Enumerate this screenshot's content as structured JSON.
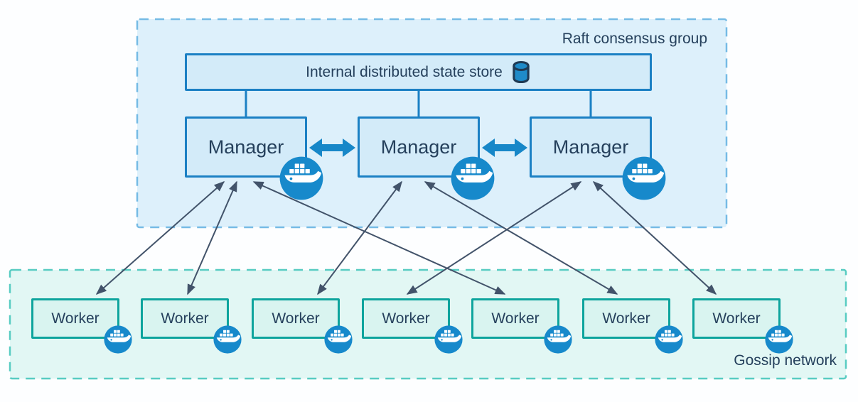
{
  "diagram": {
    "title_hint": "Docker Swarm architecture",
    "raft_group": {
      "label": "Raft consensus group"
    },
    "state_store": {
      "label": "Internal distributed state store",
      "icon": "database-icon"
    },
    "managers": [
      {
        "label": "Manager",
        "icon": "docker-whale-icon"
      },
      {
        "label": "Manager",
        "icon": "docker-whale-icon"
      },
      {
        "label": "Manager",
        "icon": "docker-whale-icon"
      }
    ],
    "workers": [
      {
        "label": "Worker",
        "icon": "docker-whale-icon"
      },
      {
        "label": "Worker",
        "icon": "docker-whale-icon"
      },
      {
        "label": "Worker",
        "icon": "docker-whale-icon"
      },
      {
        "label": "Worker",
        "icon": "docker-whale-icon"
      },
      {
        "label": "Worker",
        "icon": "docker-whale-icon"
      },
      {
        "label": "Worker",
        "icon": "docker-whale-icon"
      },
      {
        "label": "Worker",
        "icon": "docker-whale-icon"
      }
    ],
    "gossip_network": {
      "label": "Gossip network"
    },
    "edges": {
      "store_to_managers": [
        "state-store->manager-1",
        "state-store->manager-2",
        "state-store->manager-3"
      ],
      "manager_peer_links": [
        "manager-1<->manager-2",
        "manager-2<->manager-3"
      ],
      "manager_worker_links": [
        {
          "manager": 1,
          "worker": 1,
          "bidirectional": true
        },
        {
          "manager": 1,
          "worker": 2,
          "bidirectional": true
        },
        {
          "manager": 1,
          "worker": 5,
          "bidirectional": true
        },
        {
          "manager": 2,
          "worker": 3,
          "bidirectional": true
        },
        {
          "manager": 2,
          "worker": 6,
          "bidirectional": true
        },
        {
          "manager": 3,
          "worker": 4,
          "bidirectional": true
        },
        {
          "manager": 3,
          "worker": 7,
          "bidirectional": true
        }
      ]
    },
    "colors": {
      "text_color": "#25405C",
      "raft_fill": "#DDF0FB",
      "raft_border": "#76BBE5",
      "node_fill": "#D3EBF9",
      "node_border": "#1B80C4",
      "worker_fill": "#D9F4F0",
      "worker_border": "#0EA49D",
      "gossip_fill": "#E2F7F4",
      "gossip_border": "#58CCC2",
      "thin_arrow": "#42536A",
      "thick_arrow": "#1787C8",
      "badge_fill": "#1789CB",
      "db_icon_fill": "#1E8BC9",
      "db_icon_stroke": "#1F3B55"
    }
  }
}
